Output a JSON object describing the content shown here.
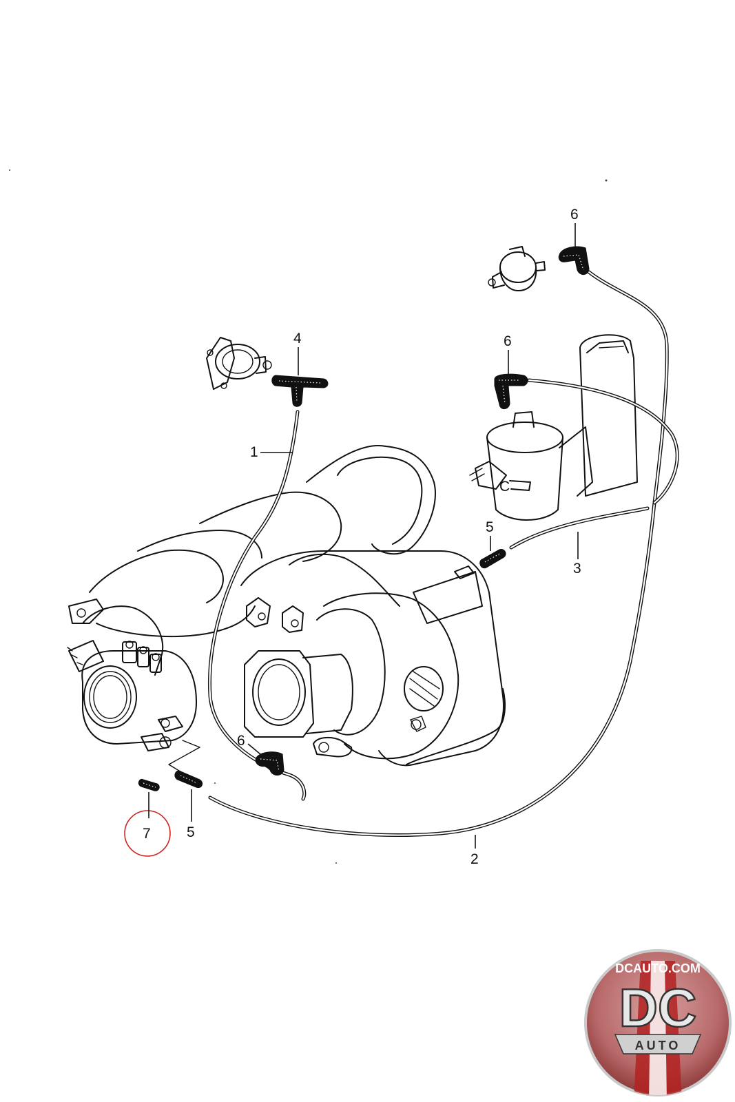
{
  "callouts": [
    {
      "id": "c1",
      "number": "1"
    },
    {
      "id": "c2",
      "number": "2"
    },
    {
      "id": "c3",
      "number": "3"
    },
    {
      "id": "c4",
      "number": "4"
    },
    {
      "id": "c5a",
      "number": "5"
    },
    {
      "id": "c5b",
      "number": "5"
    },
    {
      "id": "c6a",
      "number": "6"
    },
    {
      "id": "c6b",
      "number": "6"
    },
    {
      "id": "c6c",
      "number": "6"
    },
    {
      "id": "c7",
      "number": "7"
    }
  ],
  "highlight": {
    "number": "7",
    "color": "#cc2222"
  },
  "logo": {
    "top_text": "DCAUTO.COM",
    "main_text": "DC",
    "bottom_text": "AUTO",
    "brand_color": "#c0392b"
  },
  "colors": {
    "line": "#111111",
    "background": "#ffffff",
    "highlight": "#cc2222"
  }
}
